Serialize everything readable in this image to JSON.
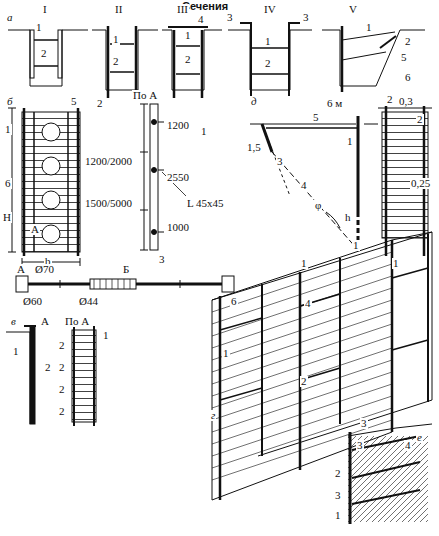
{
  "diagram": {
    "title": "Сечения",
    "labels": [
      "а",
      "I",
      "II",
      "III",
      "IV",
      "V",
      "1",
      "2",
      "1",
      "2",
      "4",
      "1",
      "2",
      "3",
      "3",
      "1",
      "2",
      "1",
      "2",
      "5",
      "6",
      "б",
      "5",
      "2",
      "По А",
      "1",
      "6",
      "H",
      "A",
      "b",
      "1200/2000",
      "1500/5000",
      "1200",
      "2550",
      "1000",
      "L 45x45",
      "3",
      "1",
      "А",
      "Ø70",
      "Б",
      "Ø60",
      "Ø44",
      "6",
      "д",
      "6 м",
      "1,5",
      "5",
      "2",
      "3",
      "4",
      "φ",
      "1",
      "h",
      "0,3",
      "2",
      "1",
      "0,25",
      "в",
      "А",
      "1",
      "2",
      "По А",
      "2",
      "2",
      "2",
      "2",
      "1",
      "г",
      "1",
      "1",
      "1",
      "4",
      "2",
      "3",
      "е",
      "3",
      "4",
      "2",
      "3",
      "1"
    ]
  }
}
